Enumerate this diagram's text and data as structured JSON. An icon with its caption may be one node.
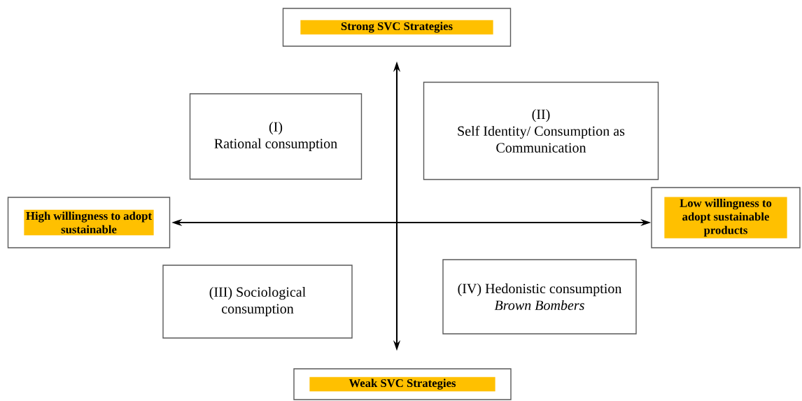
{
  "diagram": {
    "nodes": [
      {
        "text": [
          "Strong SVC Strategies"
        ]
      },
      {
        "text": [
          "High willingness to adopt sustainable"
        ]
      },
      {
        "text": [
          "Low willingness to adopt sustainable products"
        ]
      },
      {
        "text": [
          "Weak SVC Strategies"
        ]
      },
      {
        "text": [
          "(I)",
          "Rational consumption"
        ]
      },
      {
        "text": [
          "(II)",
          "Self Identity/ Consumption as Communication"
        ]
      },
      {
        "text": [
          "(III) Sociological consumption"
        ]
      },
      {
        "text": [
          "(IV) Hedonistic consumption",
          "Brown Bombers"
        ]
      }
    ],
    "edges": [
      {
        "from": 0,
        "to": 3,
        "arrow": "both"
      },
      {
        "from": 1,
        "to": 2,
        "arrow": "both"
      }
    ]
  }
}
